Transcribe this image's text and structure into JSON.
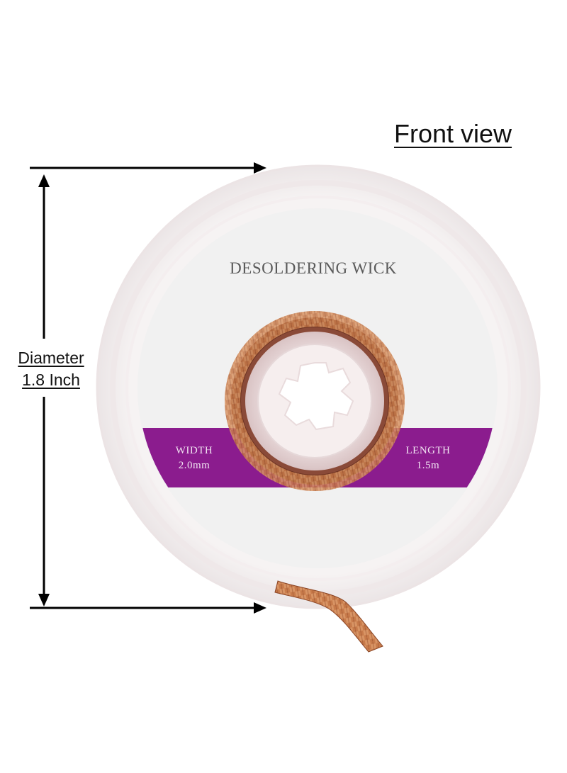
{
  "view_title": "Front view",
  "dimension": {
    "line1": "Diameter",
    "line2": "1.8 Inch"
  },
  "product": {
    "title": "DESOLDERING WICK",
    "width_label": "WIDTH",
    "width_value": "2.0mm",
    "length_label": "LENGTH",
    "length_value": "1.5m"
  },
  "colors": {
    "band": "#8b1c8e",
    "copper": "#b8683e",
    "label_bg": "#f1f1f1"
  }
}
